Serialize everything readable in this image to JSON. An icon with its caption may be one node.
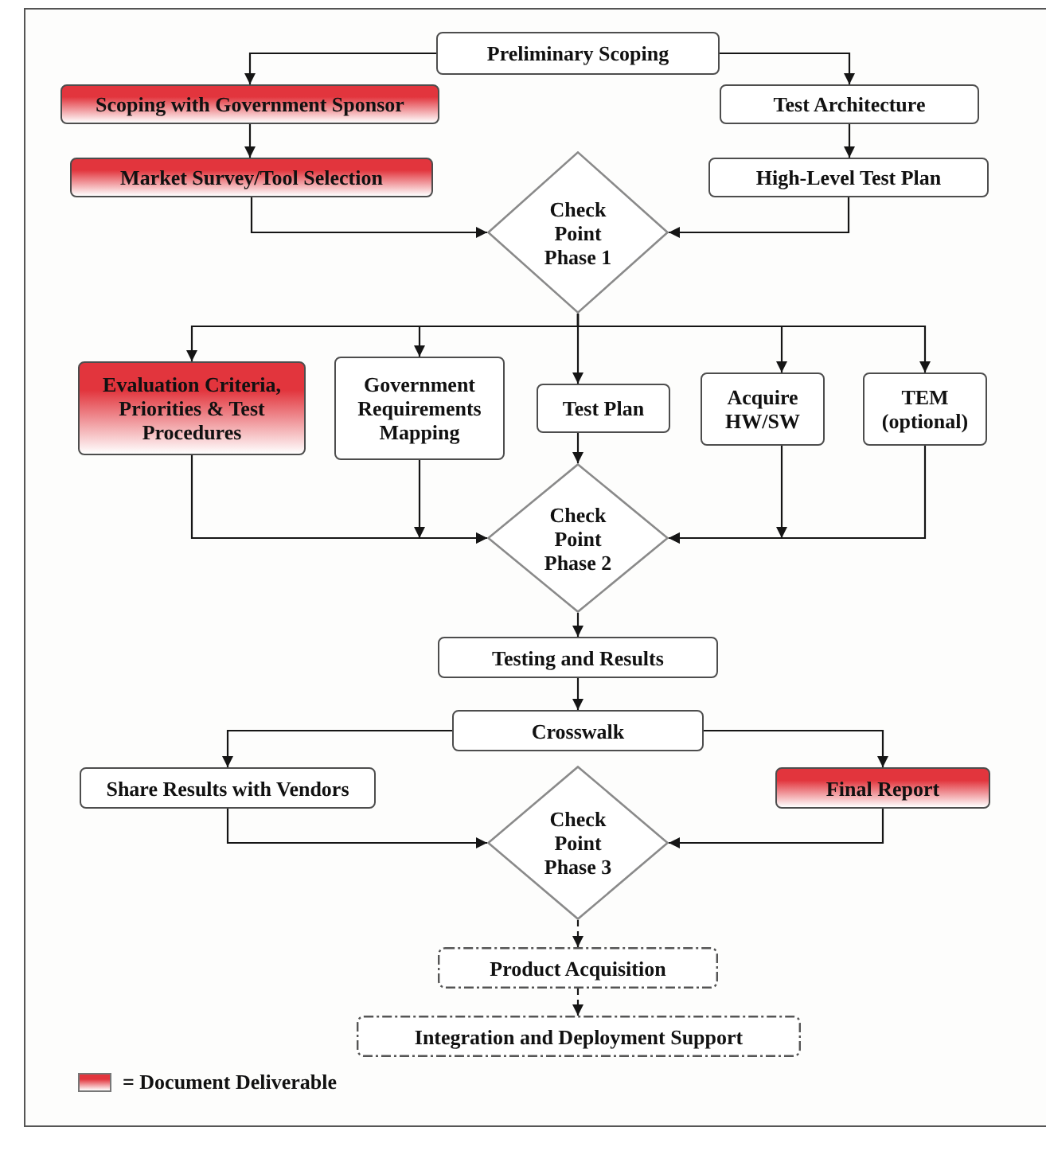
{
  "diagram": {
    "nodes": [
      {
        "text": [
          "Preliminary Scoping"
        ]
      },
      {
        "text": [
          "Scoping with Government Sponsor"
        ]
      },
      {
        "text": [
          "Test Architecture"
        ]
      },
      {
        "text": [
          "Market Survey/Tool Selection"
        ]
      },
      {
        "text": [
          "High-Level Test Plan"
        ]
      },
      {
        "text": [
          "Check Point Phase 1"
        ]
      },
      {
        "text": [
          "Evaluation Criteria, Priorities & Test Procedures"
        ]
      },
      {
        "text": [
          "Government Requirements Mapping"
        ]
      },
      {
        "text": [
          "Test Plan"
        ]
      },
      {
        "text": [
          "Acquire HW/SW"
        ]
      },
      {
        "text": [
          "TEM (optional)"
        ]
      },
      {
        "text": [
          "Check Point Phase 2"
        ]
      },
      {
        "text": [
          "Testing and Results"
        ]
      },
      {
        "text": [
          "Crosswalk"
        ]
      },
      {
        "text": [
          "Share Results with Vendors"
        ]
      },
      {
        "text": [
          "Final Report"
        ]
      },
      {
        "text": [
          "Check Point Phase 3"
        ]
      },
      {
        "text": [
          "Product Acquisition"
        ]
      },
      {
        "text": [
          "Integration and Deployment Support"
        ]
      }
    ],
    "edges": [
      {
        "from": 0,
        "to": 1,
        "arrow": "to"
      },
      {
        "from": 0,
        "to": 2,
        "arrow": "to"
      },
      {
        "from": 1,
        "to": 3,
        "arrow": "to"
      },
      {
        "from": 2,
        "to": 4,
        "arrow": "to"
      },
      {
        "from": 3,
        "to": 5,
        "arrow": "to"
      },
      {
        "from": 4,
        "to": 5,
        "arrow": "to"
      },
      {
        "from": 5,
        "to": 6,
        "arrow": "to"
      },
      {
        "from": 5,
        "to": 7,
        "arrow": "to"
      },
      {
        "from": 5,
        "to": 8,
        "arrow": "to"
      },
      {
        "from": 5,
        "to": 9,
        "arrow": "to"
      },
      {
        "from": 5,
        "to": 10,
        "arrow": "to"
      },
      {
        "from": 6,
        "to": 11,
        "arrow": "to"
      },
      {
        "from": 7,
        "to": 11,
        "arrow": "to"
      },
      {
        "from": 8,
        "to": 11,
        "arrow": "to"
      },
      {
        "from": 9,
        "to": 11,
        "arrow": "to"
      },
      {
        "from": 10,
        "to": 11,
        "arrow": "to"
      },
      {
        "from": 11,
        "to": 12,
        "arrow": "to"
      },
      {
        "from": 12,
        "to": 13,
        "arrow": "to"
      },
      {
        "from": 13,
        "to": 14,
        "arrow": "to"
      },
      {
        "from": 13,
        "to": 15,
        "arrow": "to"
      },
      {
        "from": 14,
        "to": 16,
        "arrow": "to"
      },
      {
        "from": 15,
        "to": 16,
        "arrow": "to"
      },
      {
        "from": 16,
        "to": 17,
        "arrow": "to",
        "style": "dashed"
      },
      {
        "from": 17,
        "to": 18,
        "arrow": "to",
        "style": "dashed"
      }
    ],
    "legend": [
      {
        "text": "= Document Deliverable",
        "color": "#e2353d"
      }
    ]
  }
}
